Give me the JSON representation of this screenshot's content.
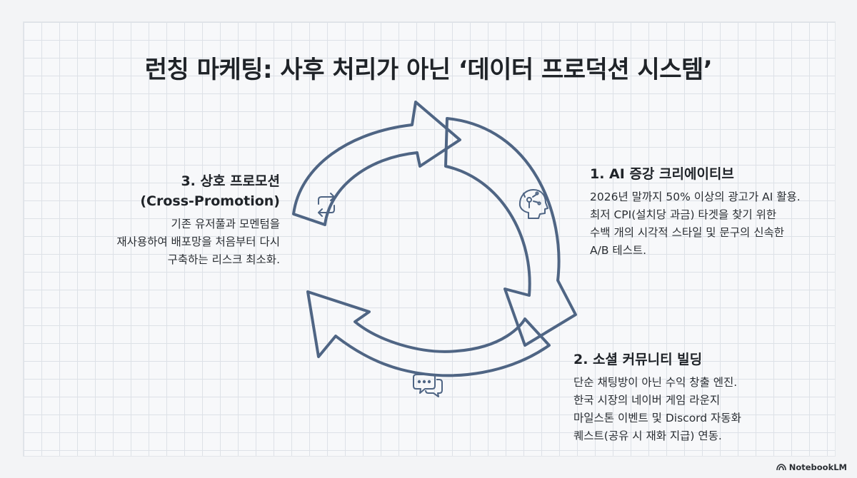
{
  "title": "런칭 마케팅: 사후 처리가 아닌 ‘데이터 프로덕션 시스템’",
  "steps": [
    {
      "heading": "1. AI 증강 크리에이티브",
      "lines": [
        "2026년 말까지 50% 이상의 광고가 AI 활용.",
        "최저 CPI(설치당 과금) 타겟을 찾기 위한",
        "수백 개의 시각적 스타일 및 문구의 신속한",
        "A/B 테스트."
      ],
      "icon": "brain-gear-icon"
    },
    {
      "heading": "2. 소셜 커뮤니티 빌딩",
      "lines": [
        "단순 채팅방이 아닌 수익 창출 엔진.",
        "한국 시장의 네이버 게임 라운지",
        "마일스톤 이벤트 및 Discord 자동화",
        "퀘스트(공유 시 재화 지급) 연동."
      ],
      "icon": "chat-bubbles-icon"
    },
    {
      "heading_line1": "3. 상호 프로모션",
      "heading_line2": "(Cross-Promotion)",
      "lines": [
        "기존 유저풀과 모멘텀을",
        "재사용하여 배포망을 처음부터 다시",
        "구축하는 리스크 최소화."
      ],
      "icon": "swap-arrows-icon"
    }
  ],
  "brand": "NotebookLM",
  "colors": {
    "cycle_stroke": "#4f6584",
    "text": "#1f2328",
    "grid": "#dde1e7"
  }
}
